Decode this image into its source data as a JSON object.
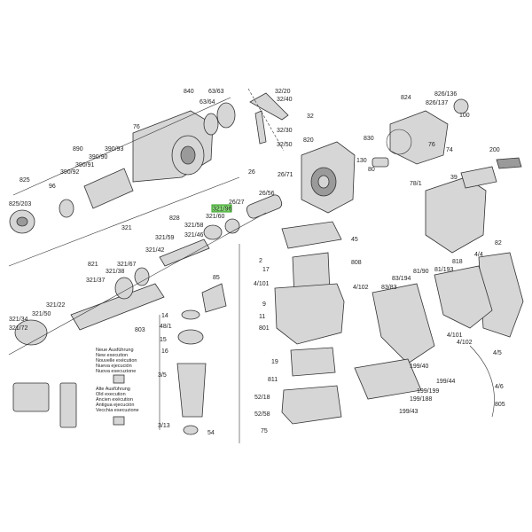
{
  "highlight_label": "321/96",
  "legend": {
    "new_execution": [
      "Neue Ausführung",
      "New execution",
      "Nouvelle exécution",
      "Nueva ejecución",
      "Nuova esecuzione"
    ],
    "old_execution": [
      "Alte Ausführung",
      "Old execution",
      "Ancien exécution",
      "Antigua ejecución",
      "Vecchia esecuzione"
    ]
  },
  "callouts": {
    "c840": "840",
    "c63_63": "63/63",
    "c63_64": "63/64",
    "c76": "76",
    "c890": "890",
    "c390_90": "390/90",
    "c390_91": "390/91",
    "c390_92": "390/92",
    "c390_93": "390/93",
    "c825": "825",
    "c825_203": "825/203",
    "c96": "96",
    "c32_20": "32/20",
    "c32_40": "32/40",
    "c32": "32",
    "c32_30": "32/30",
    "c32_50": "32/50",
    "c820": "820",
    "c26": "26",
    "c26_71": "26/71",
    "c26_56": "26/56",
    "c26_27": "26/27",
    "c824": "824",
    "c826_136": "826/136",
    "c826_137": "826/137",
    "c100": "100",
    "c830": "830",
    "c130": "130",
    "c76b": "76",
    "c74": "74",
    "c200": "200",
    "c39": "39",
    "c80": "80",
    "c78_1": "78/1",
    "c828": "828",
    "c321_60": "321/60",
    "c321_58": "321/58",
    "c321_46": "321/46",
    "c321_59": "321/59",
    "c321_42": "321/42",
    "c321_67": "321/67",
    "c321_38": "321/38",
    "c321_37": "321/37",
    "c321_22": "321/22",
    "c321_34": "321/34",
    "c321_50": "321/50",
    "c321_72": "321/72",
    "c321": "321",
    "c821": "821",
    "c45": "45",
    "c2": "2",
    "c17": "17",
    "c808": "808",
    "c4_101": "4/101",
    "c4_102": "4/102",
    "c85": "85",
    "c9": "9",
    "c11": "11",
    "c801": "801",
    "c14": "14",
    "c48_1": "48/1",
    "c803": "803",
    "c15": "15",
    "c16": "16",
    "c3_5": "3/5",
    "c3_13": "3/13",
    "c54": "54",
    "c19": "19",
    "c811": "811",
    "c52_18": "52/18",
    "c52_58": "52/58",
    "c75": "75",
    "c82": "82",
    "c4_4": "4/4",
    "c818": "818",
    "c81_90": "81/90",
    "c81_193": "81/193",
    "c83_194": "83/194",
    "c83_83": "83/83",
    "c4_101b": "4/101",
    "c4_102b": "4/102",
    "c199_40": "199/40",
    "c199_44": "199/44",
    "c199_199": "199/199",
    "c199_188": "199/188",
    "c199_43": "199/43",
    "c4_5": "4/5",
    "c4_6": "4/6",
    "c805": "805"
  },
  "colors": {
    "highlight": "#8be07a"
  }
}
